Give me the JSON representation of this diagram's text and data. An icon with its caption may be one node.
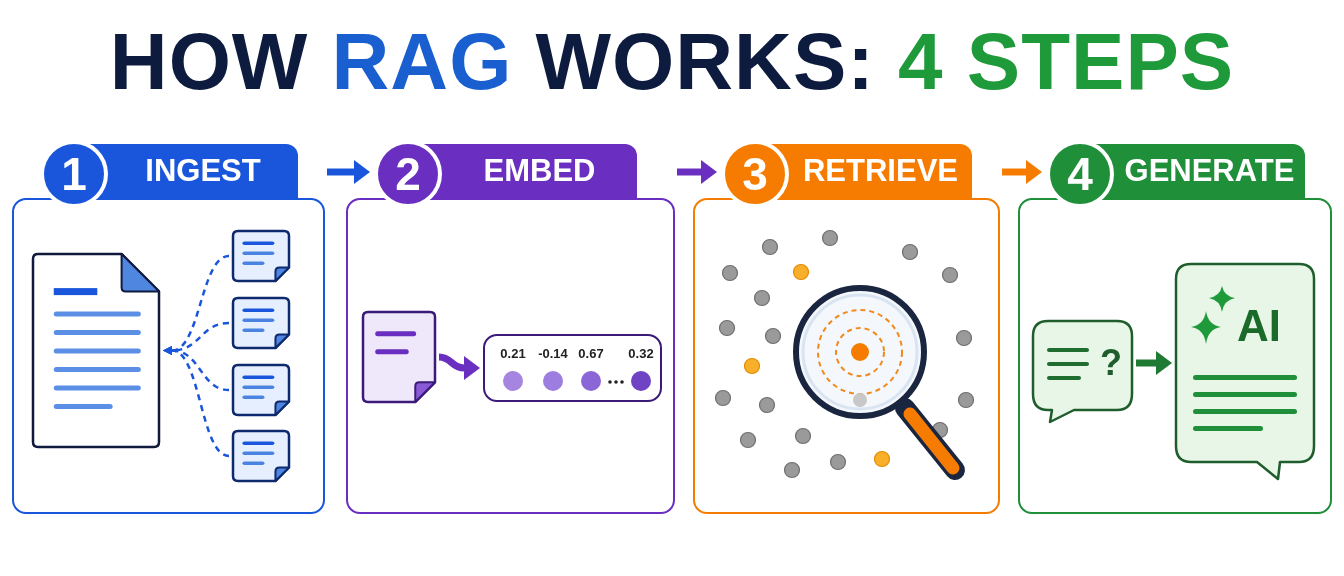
{
  "diagram": {
    "title": "HOW *RAG* WORKS: *4 STEPS*",
    "nodes": [
      {
        "text": [
          "1",
          "INGEST"
        ]
      },
      {
        "text": [],
        "shape": "document",
        "in": 0
      },
      {
        "text": [],
        "shape": "document",
        "in": 0
      },
      {
        "text": [],
        "shape": "document",
        "in": 0
      },
      {
        "text": [],
        "shape": "document",
        "in": 0
      },
      {
        "text": [],
        "shape": "document",
        "in": 0
      },
      {
        "text": [
          "2",
          "EMBED"
        ]
      },
      {
        "text": [],
        "shape": "document",
        "in": 6
      },
      {
        "text": [
          "0.21",
          "-0.14",
          "0.67",
          "0.32"
        ],
        "in": 6
      },
      {
        "text": [
          "3",
          "RETRIEVE"
        ]
      },
      {
        "text": [
          "4",
          "GENERATE"
        ]
      },
      {
        "text": [
          "?"
        ],
        "in": 10
      },
      {
        "text": [
          "AI"
        ],
        "in": 10
      }
    ],
    "edges": [
      {
        "from": 0,
        "to": 6,
        "arrow": "to",
        "color": "#1a56db"
      },
      {
        "from": 6,
        "to": 9,
        "arrow": "to",
        "color": "#6a2fc0"
      },
      {
        "from": 9,
        "to": 10,
        "arrow": "to",
        "color": "#f57c00"
      },
      {
        "from": 2,
        "to": 1,
        "arrow": "to",
        "style": "dashed",
        "color": "#1a56db"
      },
      {
        "from": 3,
        "to": 1,
        "arrow": "to",
        "style": "dashed",
        "color": "#1a56db"
      },
      {
        "from": 4,
        "to": 1,
        "arrow": "to",
        "style": "dashed",
        "color": "#1a56db"
      },
      {
        "from": 5,
        "to": 1,
        "arrow": "to",
        "style": "dashed",
        "color": "#1a56db"
      },
      {
        "from": 7,
        "to": 8,
        "arrow": "to",
        "color": "#6a2fc0"
      },
      {
        "from": 11,
        "to": 12,
        "arrow": "to",
        "color": "#1f7a33"
      }
    ]
  }
}
